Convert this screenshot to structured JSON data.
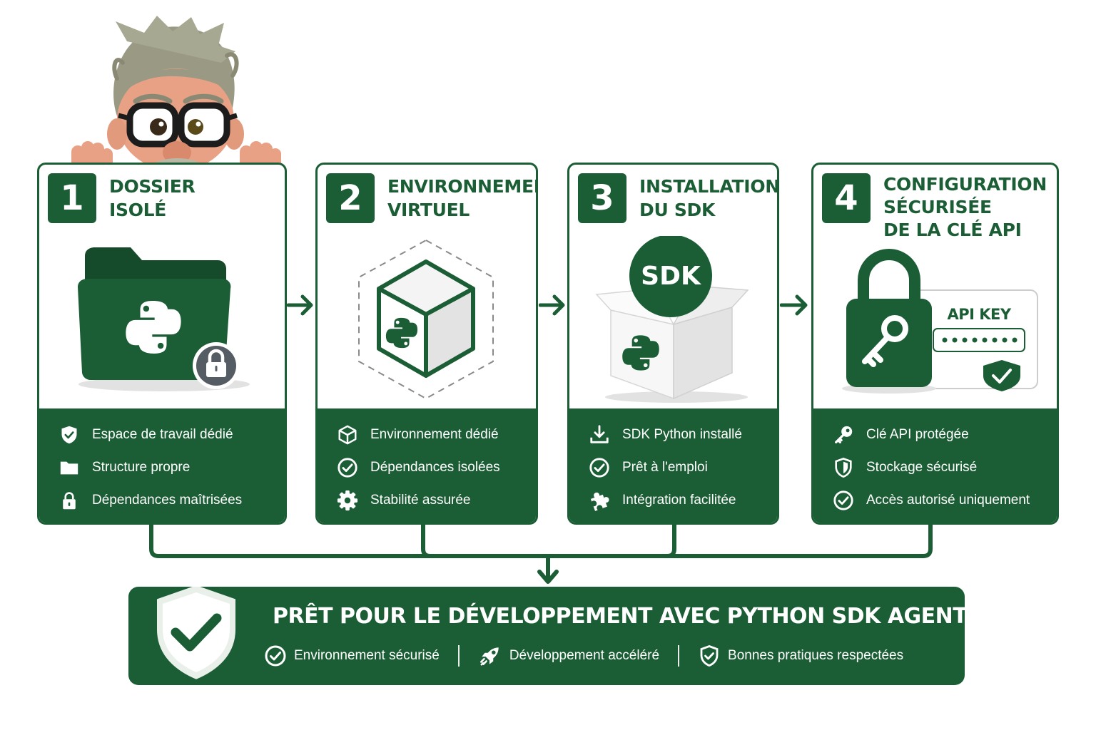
{
  "steps": [
    {
      "number": "1",
      "title": [
        "DOSSIER",
        "ISOLÉ"
      ],
      "features": [
        "Espace de travail dédié",
        "Structure propre",
        "Dépendances maîtrisées"
      ]
    },
    {
      "number": "2",
      "title": [
        "ENVIRONNEMENT",
        "VIRTUEL"
      ],
      "features": [
        "Environnement dédié",
        "Dépendances isolées",
        "Stabilité assurée"
      ]
    },
    {
      "number": "3",
      "title": [
        "INSTALLATION",
        "DU SDK"
      ],
      "badge": "SDK",
      "features": [
        "SDK Python installé",
        "Prêt à l'emploi",
        "Intégration facilitée"
      ]
    },
    {
      "number": "4",
      "title": [
        "CONFIGURATION",
        "SÉCURISÉE",
        "DE LA CLÉ API"
      ],
      "key_label": "API KEY",
      "features": [
        "Clé API protégée",
        "Stockage sécurisé",
        "Accès autorisé uniquement"
      ]
    }
  ],
  "banner": {
    "title": "PRÊT POUR LE DÉVELOPPEMENT AVEC PYTHON SDK AGENTS",
    "items": [
      "Environnement sécurisé",
      "Développement accéléré",
      "Bonnes pratiques respectées"
    ]
  },
  "colors": {
    "primary": "#1b5e35",
    "background": "#ffffff"
  }
}
